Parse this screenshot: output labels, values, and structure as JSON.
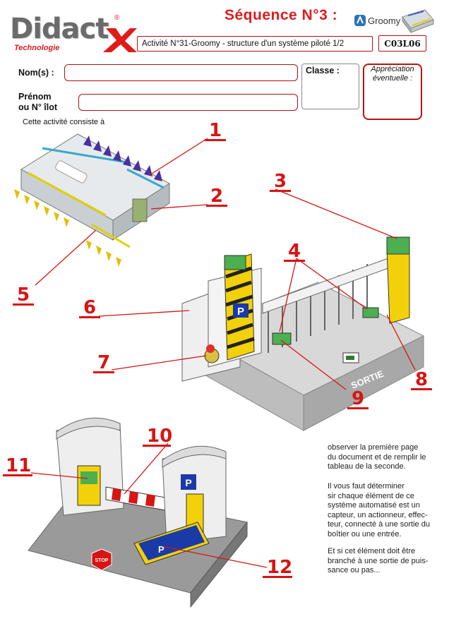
{
  "header": {
    "logo_text": "Didact",
    "logo_x": "X",
    "logo_reg": "®",
    "logo_sub": "Technologie",
    "sequence_title": "Séquence N°3 :",
    "groomy_logo": "Groomy",
    "activity": "Activité N°31-Groomy - structure d'un système piloté 1/2",
    "code": "C03L06"
  },
  "form": {
    "nom_label": "Nom(s) :",
    "prenom_label_1": "Prénom",
    "prenom_label_2": "ou N° îlot",
    "classe_label": "Classe :",
    "appreciation_label_1": "Appréciation",
    "appreciation_label_2": "éventuelle :"
  },
  "intro": "Cette activité consiste à",
  "callouts": [
    "1",
    "2",
    "3",
    "4",
    "5",
    "6",
    "7",
    "8",
    "9",
    "10",
    "11",
    "12"
  ],
  "scene": {
    "sortie_label": "SORTIE",
    "parking_p": "P",
    "stop_label": "STOP"
  },
  "instructions": {
    "p1": [
      "observer la première page",
      "du document et de remplir le",
      "tableau de la seconde."
    ],
    "p2": [
      "Il vous faut déterminer",
      "sir chaque élément de ce",
      "système automatisé est un",
      "capteur, un actionneur, effec-",
      "teur, connecté à une sortie du",
      "boîtier ou une entrée."
    ],
    "p3": [
      "Et si cet élément doit être",
      "branché à une sortie de puis-",
      "sance ou pas..."
    ]
  },
  "colors": {
    "accent_red": "#d81414",
    "form_border": "#b01010",
    "hazard_yellow": "#f2d10a"
  }
}
